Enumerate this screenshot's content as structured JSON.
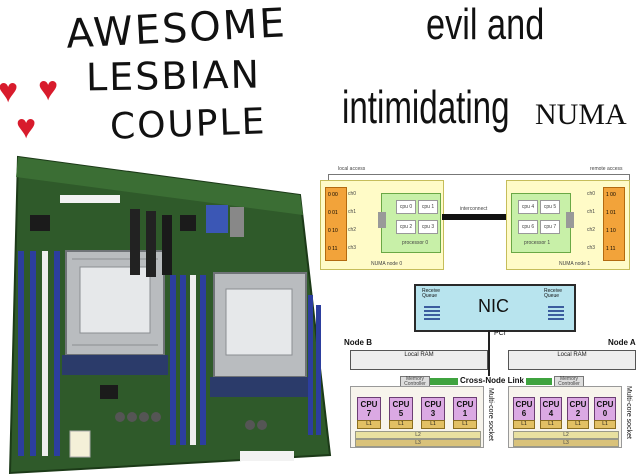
{
  "caption_left": {
    "line1": "AWESOME",
    "line2": "LESBIAN",
    "line3": "COUPLE"
  },
  "caption_right": {
    "line1": "evil and",
    "line2_main": "intimidating",
    "line2_suffix": "NUMA"
  },
  "colors": {
    "heart": "#d81b2c",
    "board_green": "#2f5a2a",
    "ram_blue": "#2c3e9e",
    "node_yellow": "#fffbc7",
    "processor_green": "#c8f0a8",
    "memory_orange": "#f2a33a",
    "nic_blue": "#b8e4ee",
    "cpu_purple": "#dba9e3",
    "link_green": "#3fa33f"
  },
  "numa_diagram": {
    "local_access": "local access",
    "remote_access": "remote access",
    "interconnect": "interconnect",
    "node0": "NUMA node 0",
    "node1": "NUMA node 1",
    "processor0": "processor 0",
    "processor1": "processor 1",
    "node0_cpus": [
      "cpu 0",
      "cpu 1",
      "cpu 2",
      "cpu 3"
    ],
    "node1_cpus": [
      "cpu 4",
      "cpu 5",
      "cpu 6",
      "cpu 7"
    ],
    "node0_mem": [
      "0 00",
      "0 01",
      "0 10",
      "0 11"
    ],
    "node1_mem": [
      "1 00",
      "1 01",
      "1 10",
      "1 11"
    ],
    "channels": [
      "ch0",
      "ch1",
      "ch2",
      "ch3"
    ]
  },
  "nic_diagram": {
    "nic": "NIC",
    "receive_queue": "Receive Queue",
    "pci": "PCI",
    "node_b": "Node B",
    "node_a": "Node A",
    "local_ram": "Local RAM",
    "memory_controller": "Memory Controller",
    "cross_node_link": "Cross-Node Link",
    "socket_label": "Multi-core socket",
    "l3": "L3",
    "l2": "L2",
    "l1": "L1",
    "cpus_b": [
      "7",
      "5",
      "3",
      "1"
    ],
    "cpus_a": [
      "6",
      "4",
      "2",
      "0"
    ],
    "cpu_word": "CPU"
  }
}
